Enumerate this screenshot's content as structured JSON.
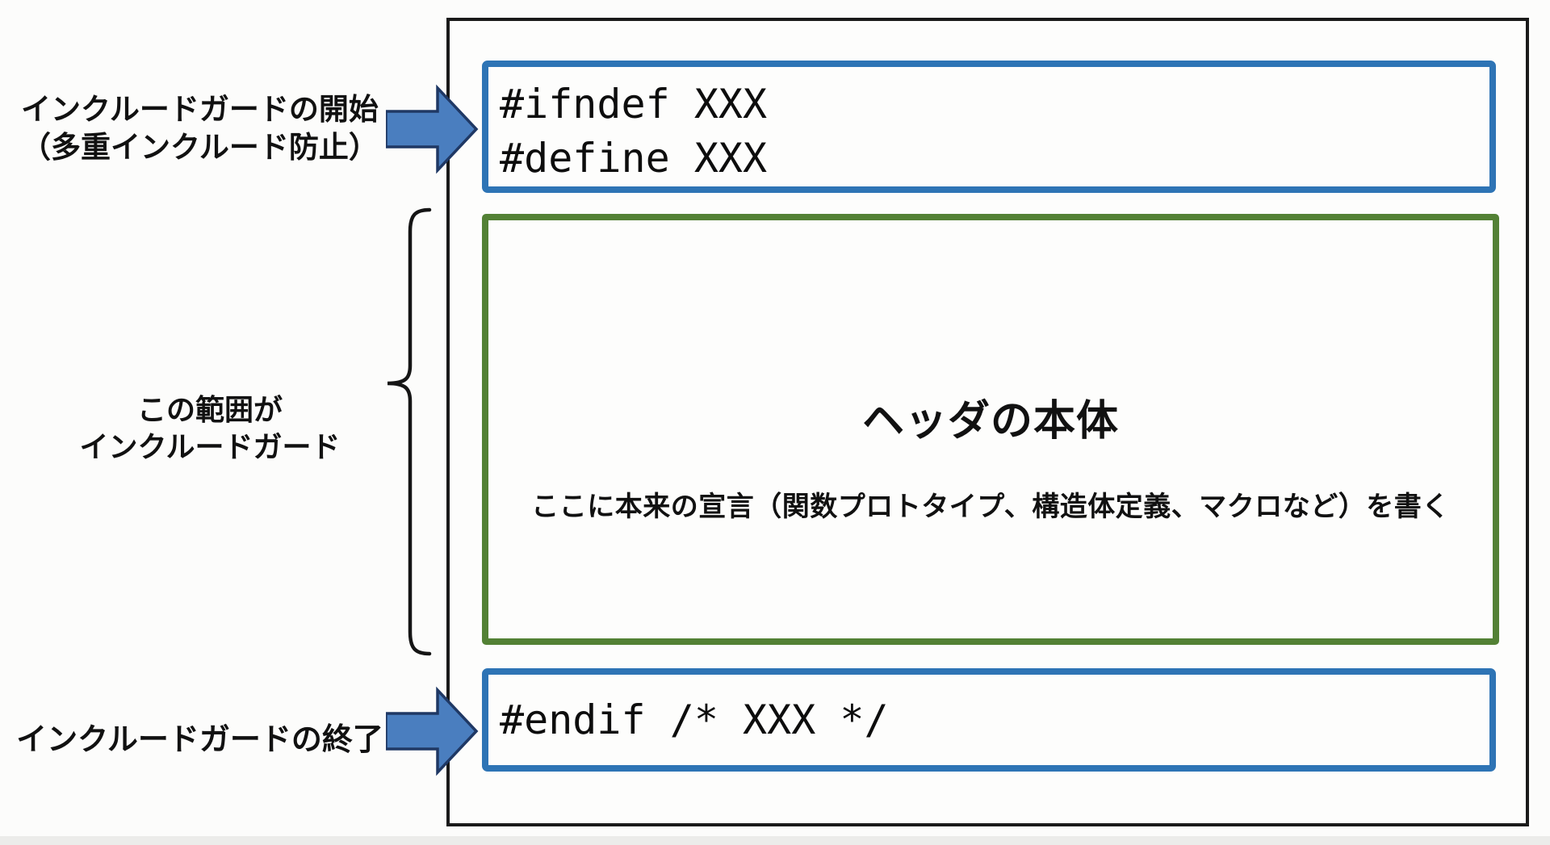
{
  "diagram": {
    "title_context": "include-guard-explanation",
    "annotations": {
      "start": {
        "line1": "インクルードガードの開始",
        "line2": "（多重インクルード防止）"
      },
      "range": {
        "line1": "この範囲が",
        "line2": "インクルードガード"
      },
      "end": {
        "label": "インクルードガードの終了"
      }
    },
    "code_top": {
      "line1": "#ifndef XXX",
      "line2": "#define XXX"
    },
    "header_body": {
      "title": "ヘッダの本体",
      "description": "ここに本来の宣言（関数プロトタイプ、構造体定義、マクロなど）を書く"
    },
    "code_bottom": {
      "line1": "#endif /* XXX */"
    },
    "colors": {
      "blue_box_border": "#2e74b5",
      "green_box_border": "#538135",
      "outer_box_border": "#1a1a1a",
      "arrow_fill": "#4a7ebf",
      "arrow_outline": "#1f3864",
      "text": "#111111",
      "background": "#fcfcfb"
    }
  }
}
